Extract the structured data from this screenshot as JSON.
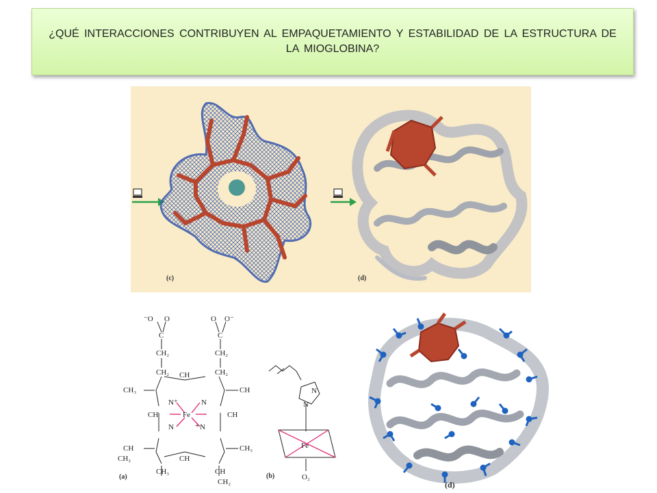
{
  "slide": {
    "title": "¿QUÉ INTERACCIONES CONTRIBUYEN AL EMPAQUETAMIENTO  Y ESTABILIDAD DE LA ESTRUCTURA DE LA MIOGLOBINA?"
  },
  "figures": {
    "top": {
      "label_c": "(c)",
      "label_d": "(d)"
    },
    "bottom": {
      "label_a": "(a)",
      "label_b": "(b)",
      "label_d": "(d)"
    }
  },
  "chem": {
    "fe": "Fe",
    "n_plus": "N⁺",
    "n": "N",
    "ch": "CH",
    "c": "C",
    "ch2": "CH₂",
    "ch3": "CH₃",
    "o": "O",
    "o_minus": "O⁻",
    "minus_o": "⁻O",
    "o2": "O₂",
    "plus": "+"
  },
  "colors": {
    "title_bg_top": "#ecffd6",
    "title_bg_bottom": "#d2f5a8",
    "panel_bg": "#faecc8",
    "heme_red": "#b8452e",
    "mesh_blue": "#3f5fb0",
    "arrow_green": "#2ca04a",
    "ribbon_grey": "#b9bcc4",
    "sidechain_blue": "#1f63c0",
    "bond_pink": "#e0307a"
  },
  "icons": [
    "computer-icon",
    "computer-icon"
  ]
}
